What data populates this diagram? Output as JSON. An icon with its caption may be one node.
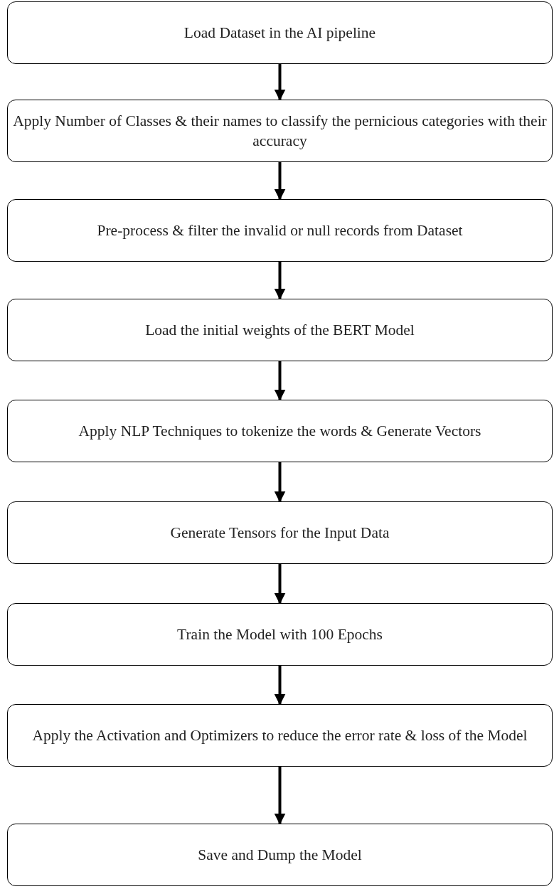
{
  "diagram": {
    "nodes": [
      {
        "text": [
          "Load Dataset in the AI pipeline"
        ]
      },
      {
        "text": [
          "Apply Number of Classes & their names to classify the pernicious categories with their accuracy"
        ]
      },
      {
        "text": [
          "Pre-process & filter the invalid or null records from Dataset"
        ]
      },
      {
        "text": [
          "Load the initial weights of the BERT Model"
        ]
      },
      {
        "text": [
          "Apply NLP Techniques to tokenize the words & Generate Vectors"
        ]
      },
      {
        "text": [
          "Generate Tensors for the Input Data"
        ]
      },
      {
        "text": [
          "Train the Model with 100 Epochs"
        ]
      },
      {
        "text": [
          "Apply the Activation and Optimizers to reduce the error rate & loss of the Model"
        ]
      },
      {
        "text": [
          "Save and Dump the Model"
        ]
      }
    ],
    "edges": [
      {
        "from": 0,
        "to": 1,
        "arrow": "to"
      },
      {
        "from": 1,
        "to": 2,
        "arrow": "to"
      },
      {
        "from": 2,
        "to": 3,
        "arrow": "to"
      },
      {
        "from": 3,
        "to": 4,
        "arrow": "to"
      },
      {
        "from": 4,
        "to": 5,
        "arrow": "to"
      },
      {
        "from": 5,
        "to": 6,
        "arrow": "to"
      },
      {
        "from": 6,
        "to": 7,
        "arrow": "to"
      },
      {
        "from": 7,
        "to": 8,
        "arrow": "to"
      }
    ]
  }
}
